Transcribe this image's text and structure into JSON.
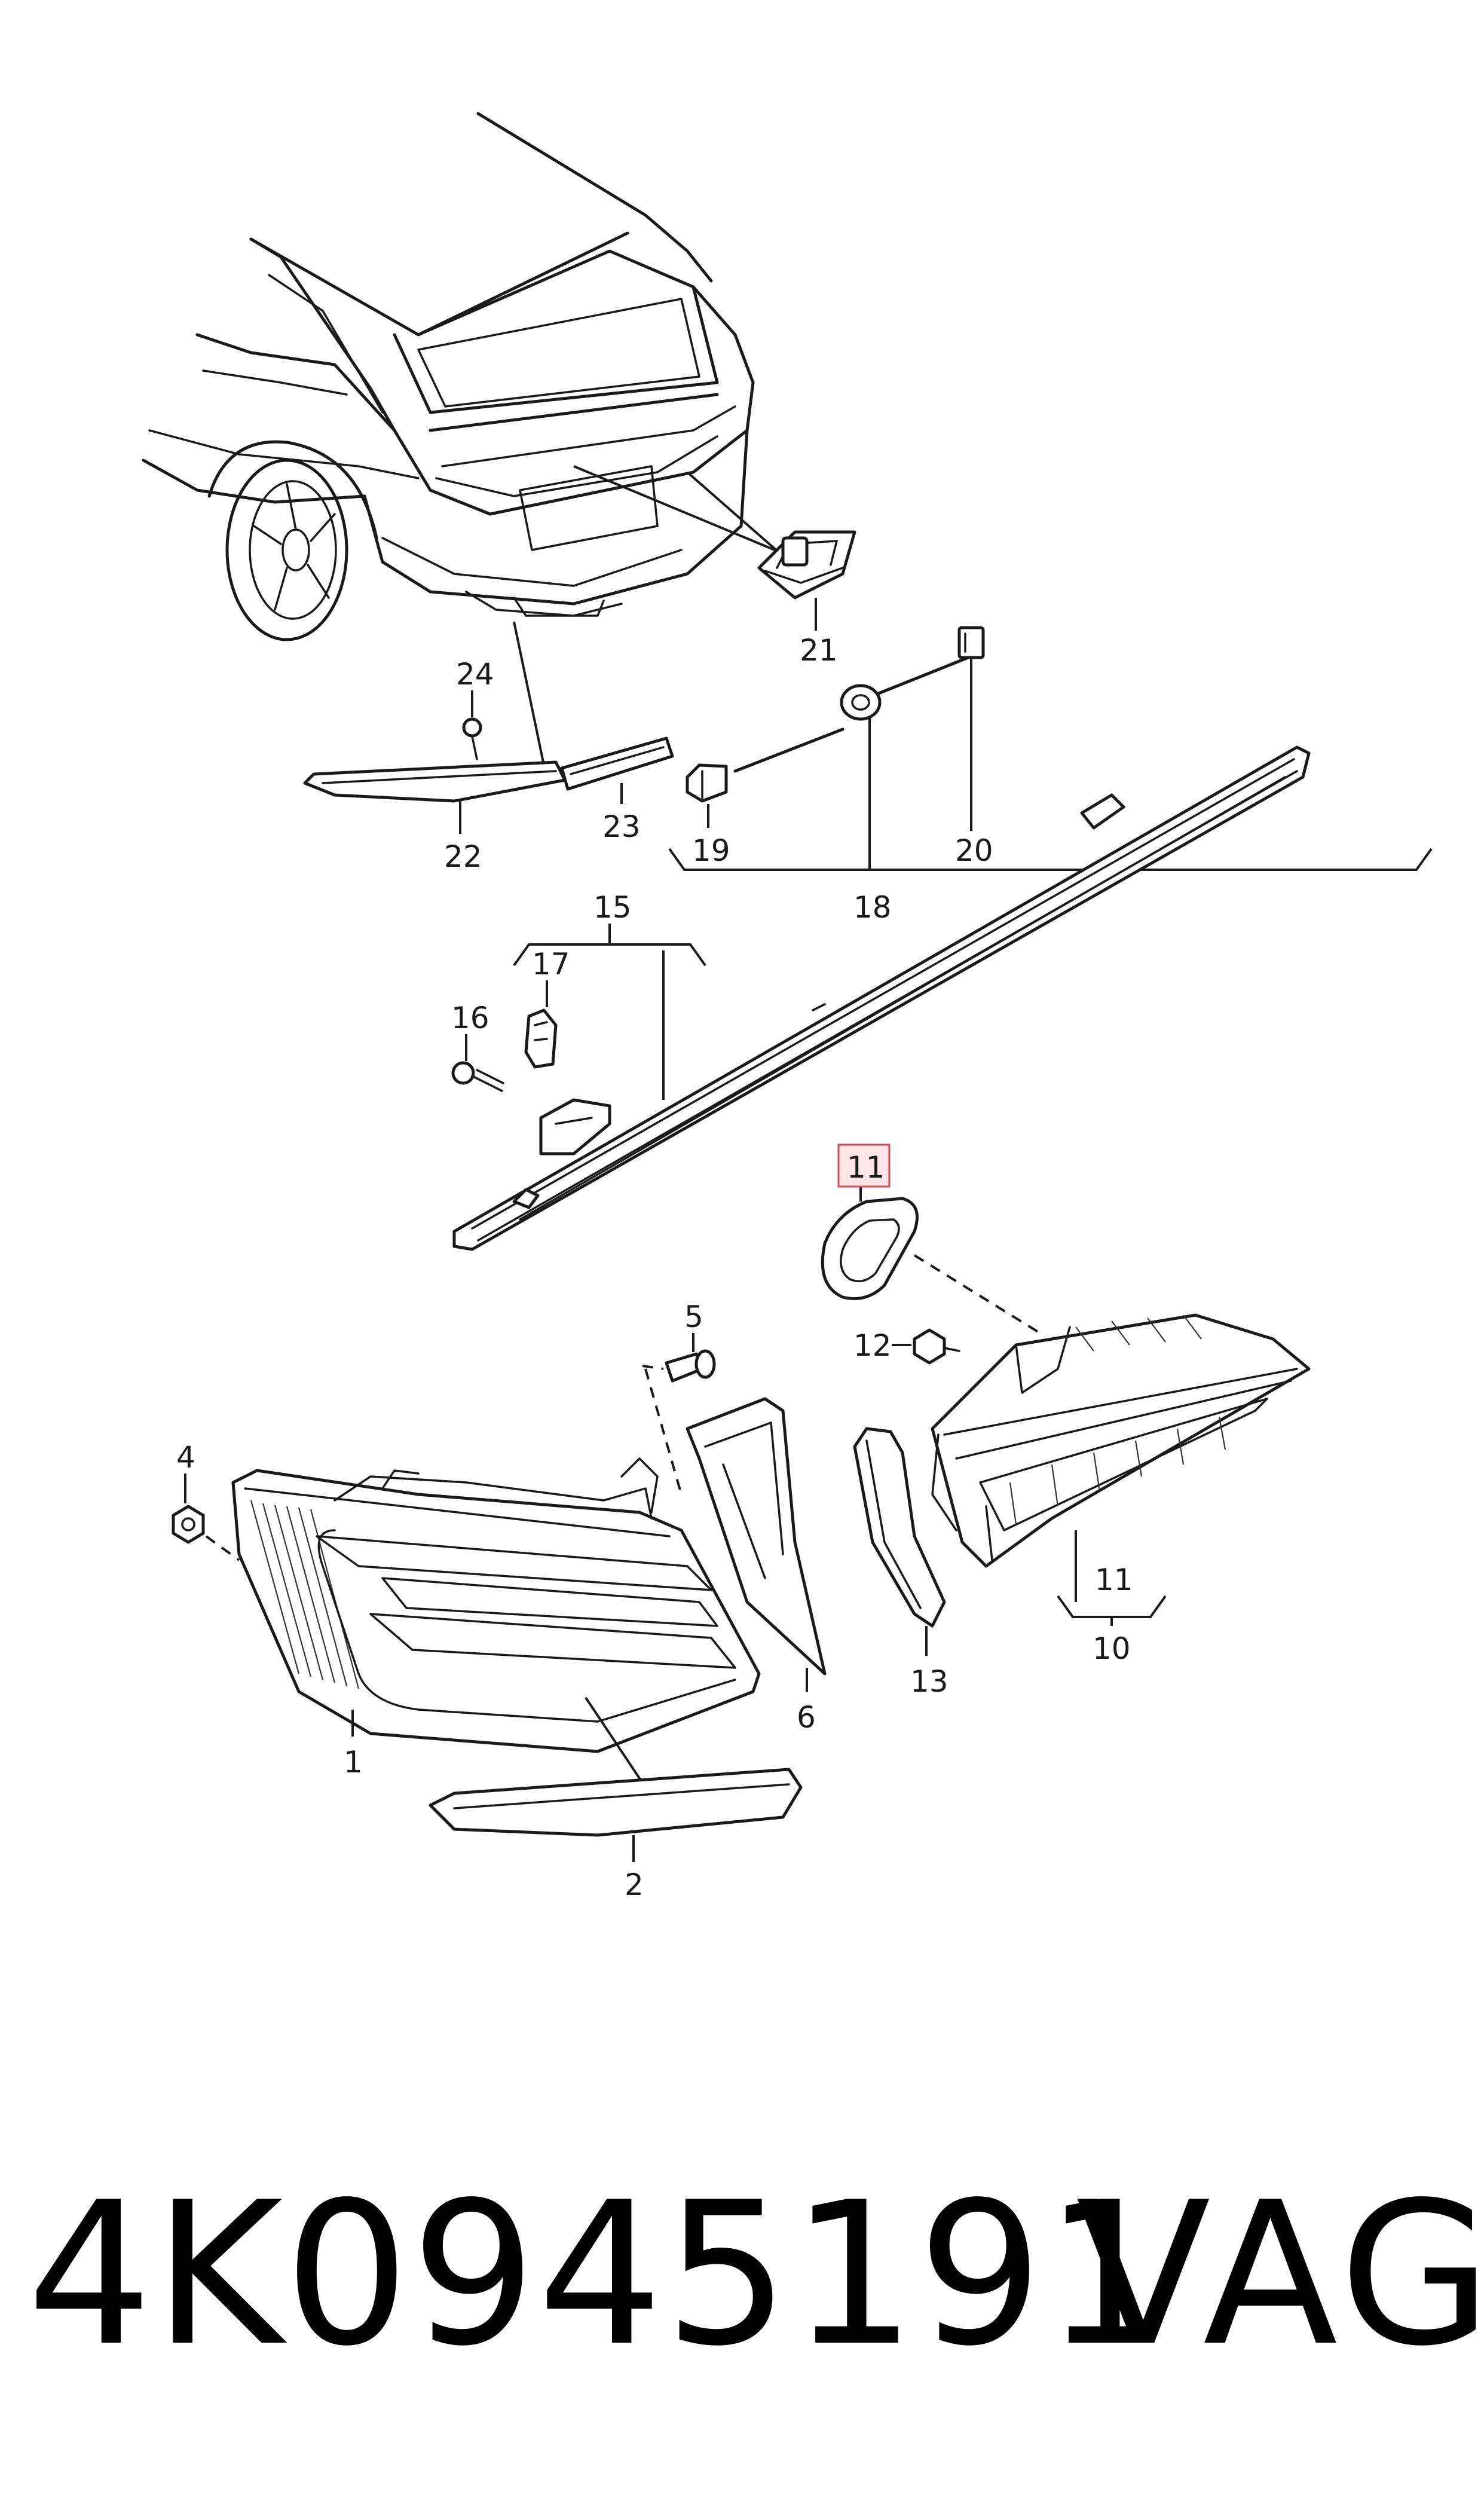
{
  "callouts": {
    "c1": "1",
    "c2": "2",
    "c4": "4",
    "c5": "5",
    "c6": "6",
    "c10": "10",
    "c11a": "11",
    "c11b": "11",
    "c12": "12",
    "c13": "13",
    "c15": "15",
    "c16": "16",
    "c17": "17",
    "c18": "18",
    "c19": "19",
    "c20": "20",
    "c21": "21",
    "c22": "22",
    "c23": "23",
    "c24": "24"
  },
  "footer": {
    "part_number": "4K0945191",
    "brand": "VAG"
  },
  "colors": {
    "line": "#1a1a1a",
    "highlight_fill": "#fde4e6",
    "highlight_border": "#d8454e"
  }
}
